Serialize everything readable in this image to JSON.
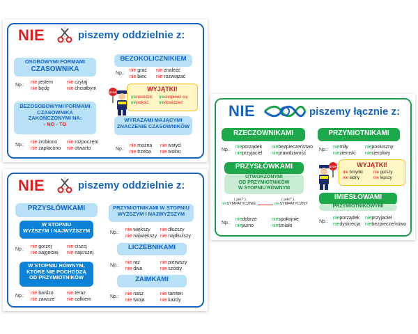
{
  "poster1": {
    "nie": "NIE",
    "heading": "piszemy oddzielnie z:",
    "box1": {
      "line1": "OSOBOWYMI FORMAMI",
      "line2": "CZASOWNIKA",
      "np": "Np.:",
      "ex": [
        [
          "nie",
          " jestem"
        ],
        [
          "nie",
          " czytaj"
        ],
        [
          "nie",
          " będę"
        ],
        [
          "nie",
          " chciałbym"
        ]
      ]
    },
    "box2": {
      "line1": "BEZOSOBOWYMI FORMAMI",
      "line2": "CZASOWNIKA",
      "line3": "ZAKOŃCZONYMI NA:",
      "line4": "- NO  - TO",
      "np": "Np.:",
      "ex": [
        [
          "nie",
          " zrobiono"
        ],
        [
          "nie",
          " rozpoczęto"
        ],
        [
          "nie",
          " zapłacono"
        ],
        [
          "nie",
          " otwarto"
        ]
      ]
    },
    "box3": {
      "title": "BEZOKOLICZNIKIEM",
      "np": "Np.:",
      "ex": [
        [
          "nie",
          " grać"
        ],
        [
          "nie",
          " znaleźć"
        ],
        [
          "nie",
          " biec"
        ],
        [
          "nie",
          " rozwiązać"
        ]
      ]
    },
    "exceptions": {
      "title": "WYJĄTKI!",
      "ex": [
        [
          "nie",
          "nawidzić"
        ],
        [
          "nie",
          "cierpliwić się"
        ],
        [
          "nie",
          "pokoić"
        ],
        [
          "nie",
          "dowidzieć"
        ]
      ]
    },
    "stop": "STOP",
    "box4": {
      "line1": "WYRAZAMI MAJĄCYMI",
      "line2": "ZNACZENIE CZASOWNIKÓW",
      "np": "Np.:",
      "ex": [
        [
          "nie",
          " można"
        ],
        [
          "nie",
          " wstyd"
        ],
        [
          "nie",
          " trzeba"
        ],
        [
          "nie",
          " wolno"
        ]
      ]
    }
  },
  "poster2": {
    "nie": "NIE",
    "heading": "piszemy oddzielnie z:",
    "box1": {
      "title": "PRZYSŁÓWKAMI"
    },
    "box2": {
      "line1": "W STOPNIU",
      "line2": "WYŻSZYM I NAJWYŻSZYM",
      "np": "Np.:",
      "ex": [
        [
          "nie",
          " gorzej"
        ],
        [
          "nie",
          " ciszej"
        ],
        [
          "nie",
          " najgorzej"
        ],
        [
          "nie",
          " najciszej"
        ]
      ]
    },
    "box3": {
      "line1": "W STOPNIU RÓWNYM,",
      "line2": "KTÓRE NIE POCHODZĄ",
      "line3": "OD PRZYMIOTNIKÓW",
      "np": "Np.:",
      "ex": [
        [
          "nie",
          " bardzo"
        ],
        [
          "nie",
          " teraz"
        ],
        [
          "nie",
          " zawsze"
        ],
        [
          "nie",
          " całkiem"
        ]
      ]
    },
    "box4": {
      "line1": "PRZYMIOTNIKAMI W STOPNIU",
      "line2": "WYŻSZYM I NAJWYŻSZYM",
      "np": "Np.:",
      "ex": [
        [
          "nie",
          " większy"
        ],
        [
          "nie",
          " dłuższy"
        ],
        [
          "nie",
          " największy"
        ],
        [
          "nie",
          " najdłuższy"
        ]
      ]
    },
    "box5": {
      "title": "LICZEBNIKAMI",
      "np": "Np.:",
      "ex": [
        [
          "nie",
          " raz"
        ],
        [
          "nie",
          " pierwszy"
        ],
        [
          "nie",
          " dwa"
        ],
        [
          "nie",
          " szósty"
        ]
      ]
    },
    "box6": {
      "title": "ZAIMKAMI",
      "np": "Np.:",
      "ex": [
        [
          "nie",
          " nasz"
        ],
        [
          "nie",
          " tamten"
        ],
        [
          "nie",
          " twoja"
        ],
        [
          "nie",
          " każdy"
        ]
      ]
    }
  },
  "poster3": {
    "nie": "NIE",
    "heading": "piszemy łącznie z:",
    "box1": {
      "title": "RZECZOWNIKAMI",
      "np": "Np.:",
      "ex": [
        [
          "nie",
          "porządek"
        ],
        [
          "nie",
          "bezpieczeństwo"
        ],
        [
          "nie",
          "przyjaciel"
        ],
        [
          "nie",
          "prawdziwość"
        ]
      ]
    },
    "box2": {
      "title": "PRZYMIOTNIKAMI",
      "np": "Np.:",
      "ex": [
        [
          "nie",
          "miły"
        ],
        [
          "nie",
          "posłuszny"
        ],
        [
          "nie",
          "ziemski"
        ],
        [
          "nie",
          "cierpliwy"
        ]
      ]
    },
    "box3": {
      "title": "PRZYSŁÓWKAMI",
      "line1": "UTWORZONYMI",
      "line2": "OD PRZYMIOTNIKÓW",
      "line3": "W STOPNIU RÓWNYM",
      "q1": "( jak? )",
      "q2": "( jaki? )",
      "w1": [
        "nie",
        "SYMPATYCZNIE"
      ],
      "w2": [
        "nie",
        "SYMPATYCZNY"
      ],
      "np": "Np.:",
      "ex": [
        [
          "nie",
          "dobrze"
        ],
        [
          "nie",
          "spokojnie"
        ],
        [
          "nie",
          "jasno"
        ],
        [
          "nie",
          "śmiało"
        ]
      ]
    },
    "exceptions": {
      "title": "WYJĄTKI!",
      "ex": [
        [
          "nie",
          " brzydki"
        ],
        [
          "nie",
          " gorszy"
        ],
        [
          "nie",
          " ładny"
        ],
        [
          "nie",
          " lepszy"
        ]
      ]
    },
    "stop": "STOP",
    "box4": {
      "title": "IMIESŁOWAMI",
      "line1": "PRZYMIOTNIKOWYMI",
      "np": "Np.:",
      "ex": [
        [
          "nie",
          "porządek"
        ],
        [
          "nie",
          "przyjaciel"
        ],
        [
          "nie",
          "dyskrecja"
        ],
        [
          "nie",
          "bezpieczeństwo"
        ]
      ]
    }
  },
  "colors": {
    "blue": "#1565c0",
    "red": "#e02020",
    "green": "#1e9e4a",
    "lightblue": "#b8e0f7",
    "yellow": "#fff6c4"
  }
}
